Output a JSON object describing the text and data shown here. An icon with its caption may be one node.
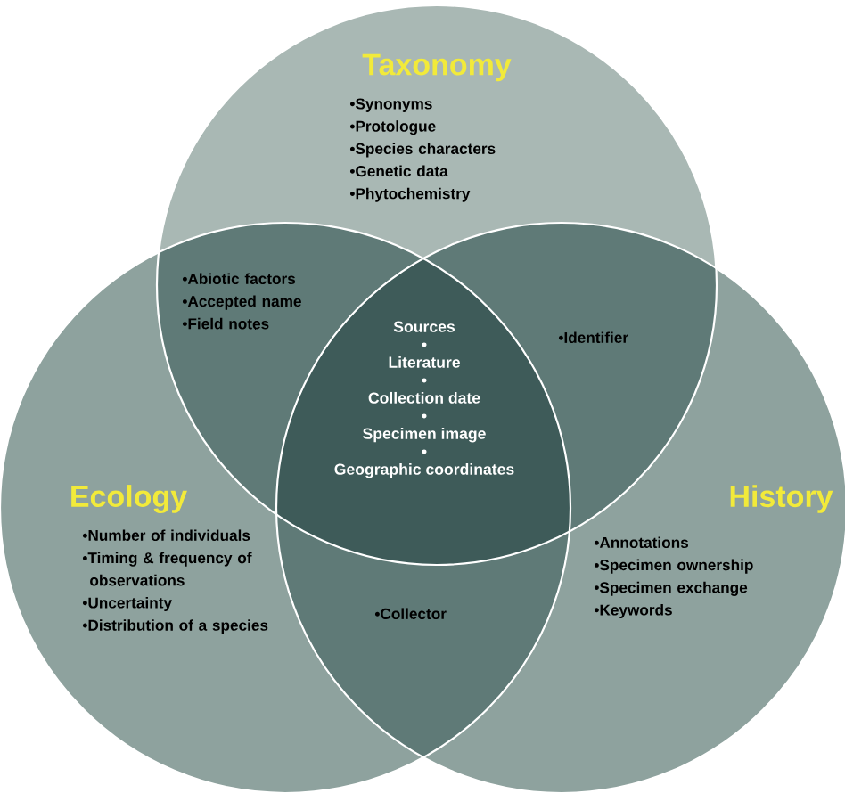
{
  "diagram": {
    "nodes": [
      {
        "text": [
          "Taxonomy",
          "•Synonyms",
          "•Protologue",
          "•Species characters",
          "•Genetic data",
          "•Phytochemistry"
        ]
      },
      {
        "text": [
          "Ecology",
          "•Number of individuals",
          "•Timing & frequency of observations",
          "•Uncertainty",
          "•Distribution of a species"
        ]
      },
      {
        "text": [
          "History",
          "•Annotations",
          "•Specimen ownership",
          "•Specimen exchange",
          "•Keywords"
        ]
      },
      {
        "text": [
          "•Abiotic factors",
          "•Accepted name",
          "•Field notes"
        ]
      },
      {
        "text": [
          "•Identifier"
        ]
      },
      {
        "text": [
          "•Collector"
        ]
      },
      {
        "text": [
          "Sources",
          "•",
          "Literature",
          "•",
          "Collection date",
          "•",
          "Specimen image",
          "•",
          "Geographic coordinates"
        ]
      }
    ]
  }
}
